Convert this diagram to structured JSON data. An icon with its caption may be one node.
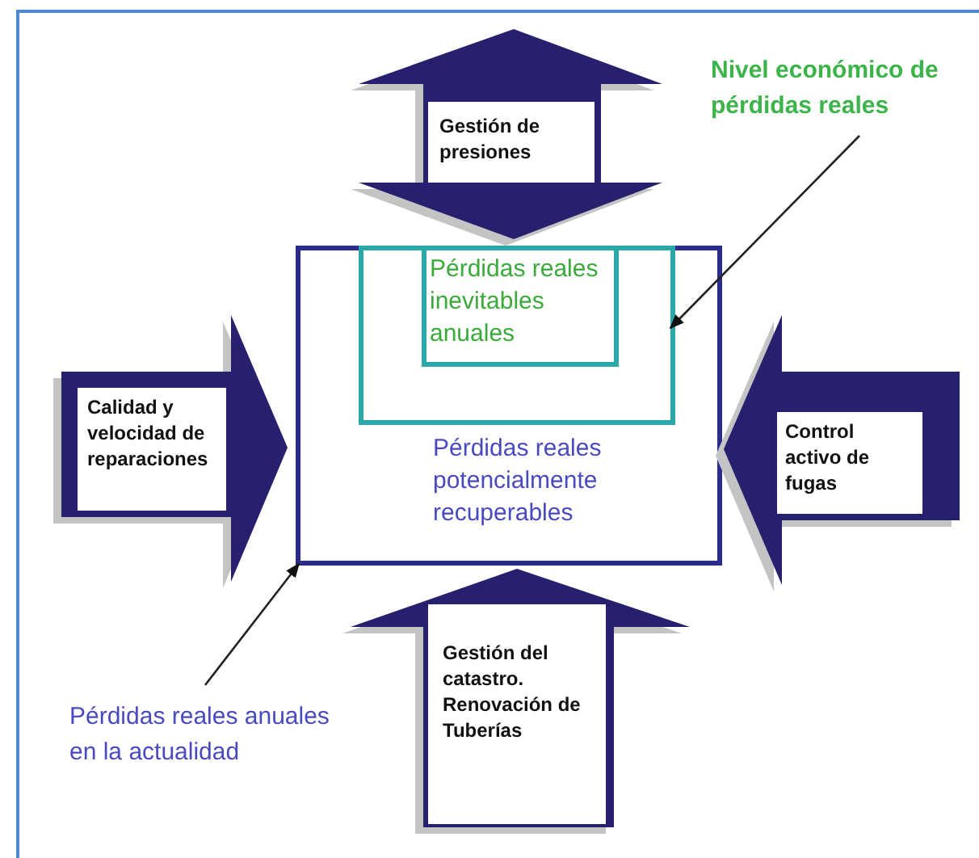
{
  "diagram": {
    "nodes": [
      {
        "text": [
          "Gestión de presiones"
        ]
      },
      {
        "text": [
          "Nivel económico de pérdidas reales"
        ]
      },
      {
        "text": [
          "Pérdidas reales potencialmente recuperables"
        ]
      },
      {
        "text": [],
        "shape": "box",
        "in": 2
      },
      {
        "text": [
          "Pérdidas reales inevitables anuales"
        ],
        "in": 3
      },
      {
        "text": [
          "Calidad y velocidad de reparaciones"
        ]
      },
      {
        "text": [
          "Control activo de fugas"
        ]
      },
      {
        "text": [
          "Gestión del catastro. Renovación de Tuberías"
        ]
      },
      {
        "text": [
          "Pérdidas reales anuales en la actualidad"
        ]
      }
    ],
    "edges": [
      {
        "from": 1,
        "to": 3,
        "arrow": "to"
      },
      {
        "from": 8,
        "to": 2,
        "arrow": "to"
      }
    ]
  }
}
